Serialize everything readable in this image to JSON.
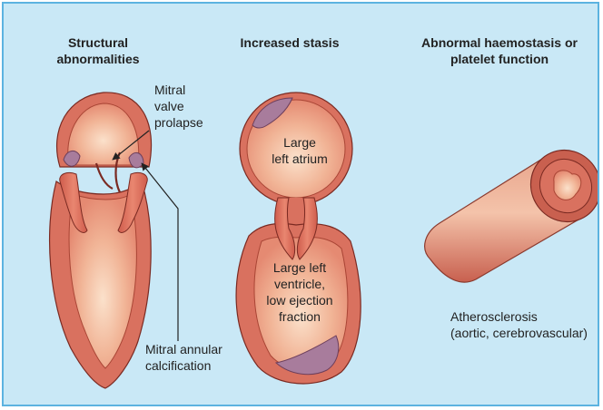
{
  "headings": {
    "structural": [
      "Structural",
      "abnormalities"
    ],
    "stasis": "Increased stasis",
    "haemostasis": [
      "Abnormal haemostasis or",
      "platelet function"
    ]
  },
  "labels": {
    "prolapse": [
      "Mitral",
      "valve",
      "prolapse"
    ],
    "calcification": [
      "Mitral annular",
      "calcification"
    ],
    "atrium": [
      "Large",
      "left atrium"
    ],
    "ventricle": [
      "Large left",
      "ventricle,",
      "low ejection",
      "fraction"
    ],
    "atherosclerosis": [
      "Atherosclerosis",
      "(aortic, cerebrovascular)"
    ]
  },
  "colors": {
    "background": "#c9e8f6",
    "border": "#5cb3e0",
    "tissue": "#d9715f",
    "interior": "#f6d0b4",
    "calcification": "#a87c9c"
  }
}
